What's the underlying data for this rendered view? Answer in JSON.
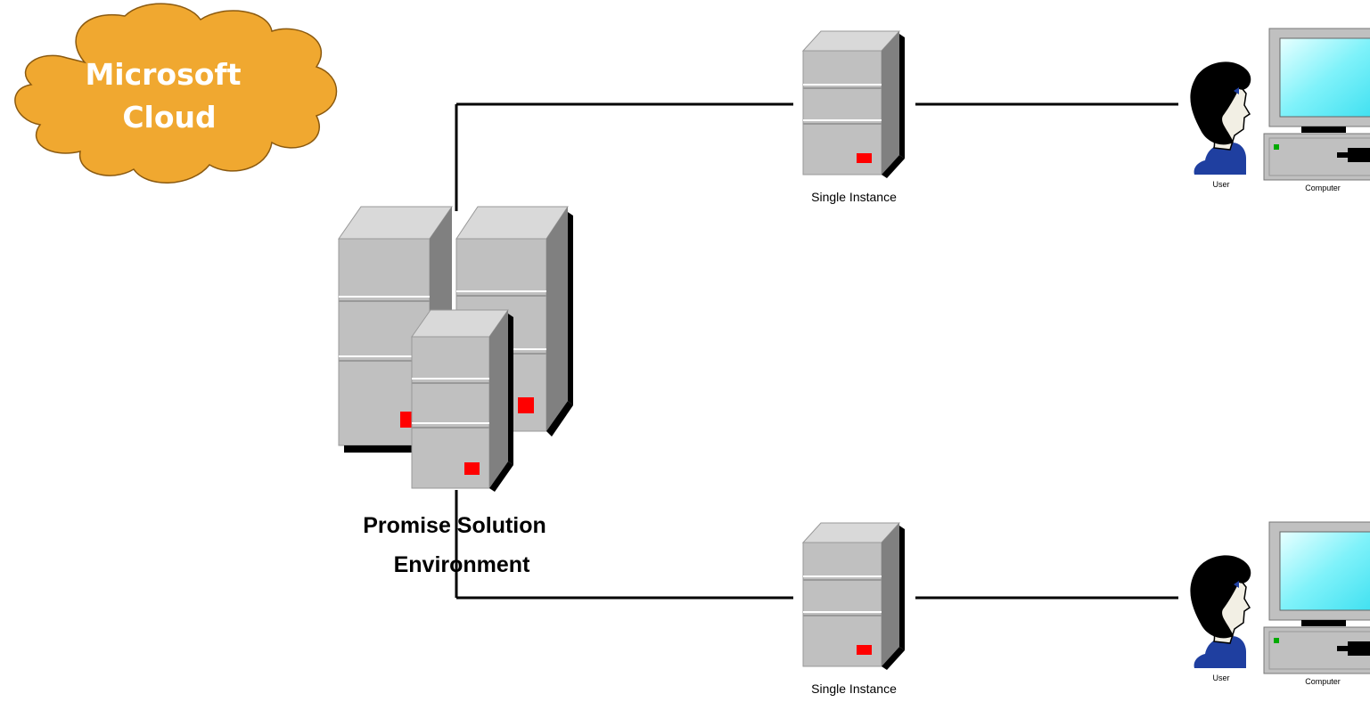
{
  "cloud": {
    "line1": "Microsoft",
    "line2": "Cloud",
    "fill": "#F0A830",
    "stroke": "#8B5A10"
  },
  "environment": {
    "line1": "Promise Solution",
    "line2": "Environment"
  },
  "instances": [
    {
      "label": "Single Instance"
    },
    {
      "label": "Single Instance"
    }
  ],
  "clients": [
    {
      "user_label": "User",
      "computer_label": "Computer"
    },
    {
      "user_label": "User",
      "computer_label": "Computer"
    }
  ],
  "colors": {
    "server_front": "#C0C0C0",
    "server_side": "#808080",
    "server_top": "#D9D9D9",
    "indicator": "#FF0000",
    "screen": "#5FF0F8",
    "user_shirt": "#1F3FA0",
    "connector": "#000000"
  }
}
